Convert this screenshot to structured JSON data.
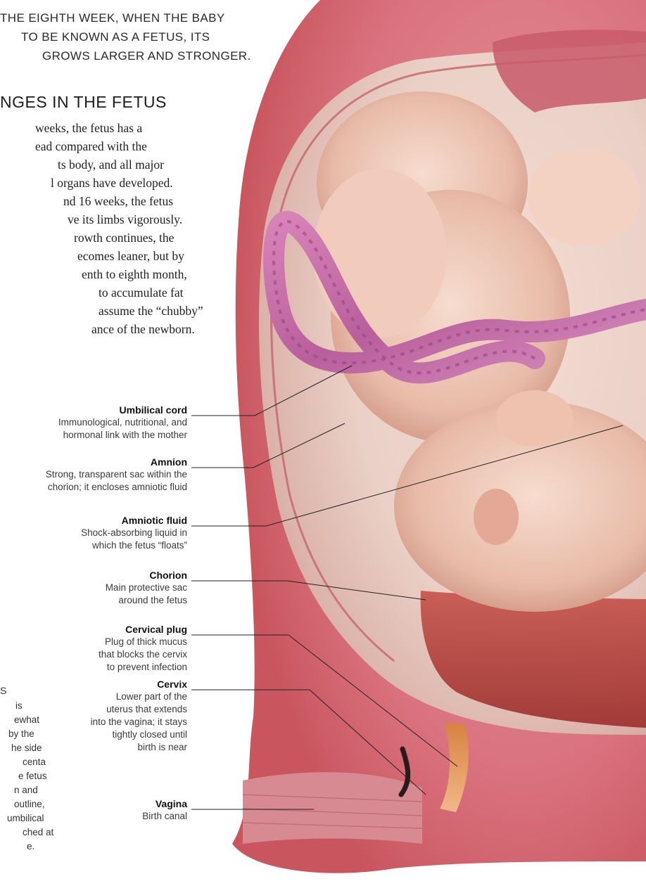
{
  "intro_lines": [
    "THE EIGHTH WEEK, WHEN THE BABY",
    "TO BE KNOWN AS A FETUS, ITS",
    "GROWS LARGER AND STRONGER."
  ],
  "section_heading": "NGES IN THE FETUS",
  "body_lines": [
    "weeks, the fetus has a",
    "ead compared with the",
    "ts body, and all major",
    "l organs have developed.",
    "nd 16 weeks, the fetus",
    "ve its limbs vigorously.",
    "rowth continues, the",
    "ecomes leaner, but by",
    "enth to eighth month,",
    "to accumulate fat",
    "assume the “chubby”",
    "ance of the newborn."
  ],
  "side_box": {
    "title": "S",
    "lines": [
      "is",
      "ewhat",
      "by the",
      "he side",
      "centa",
      "e fetus",
      "n and",
      "outline,",
      "umbilical",
      "ched at",
      "e."
    ]
  },
  "labels": [
    {
      "id": "umbilical-cord",
      "name": "Umbilical cord",
      "desc": [
        "Immunological, nutritional, and",
        "hormonal link with the mother"
      ]
    },
    {
      "id": "amnion",
      "name": "Amnion",
      "desc": [
        "Strong, transparent sac within the",
        "chorion; it encloses amniotic fluid"
      ]
    },
    {
      "id": "amniotic-fluid",
      "name": "Amniotic fluid",
      "desc": [
        "Shock-absorbing liquid in",
        "which the fetus “floats”"
      ]
    },
    {
      "id": "chorion",
      "name": "Chorion",
      "desc": [
        "Main protective sac",
        "around the fetus"
      ]
    },
    {
      "id": "cervical-plug",
      "name": "Cervical plug",
      "desc": [
        "Plug of thick mucus",
        "that blocks the cervix",
        "to prevent infection"
      ]
    },
    {
      "id": "cervix",
      "name": "Cervix",
      "desc": [
        "Lower part of the",
        "uterus that extends",
        "into the vagina; it stays",
        "tightly closed until",
        "birth is near"
      ]
    },
    {
      "id": "vagina",
      "name": "Vagina",
      "desc": [
        "Birth canal"
      ]
    }
  ]
}
